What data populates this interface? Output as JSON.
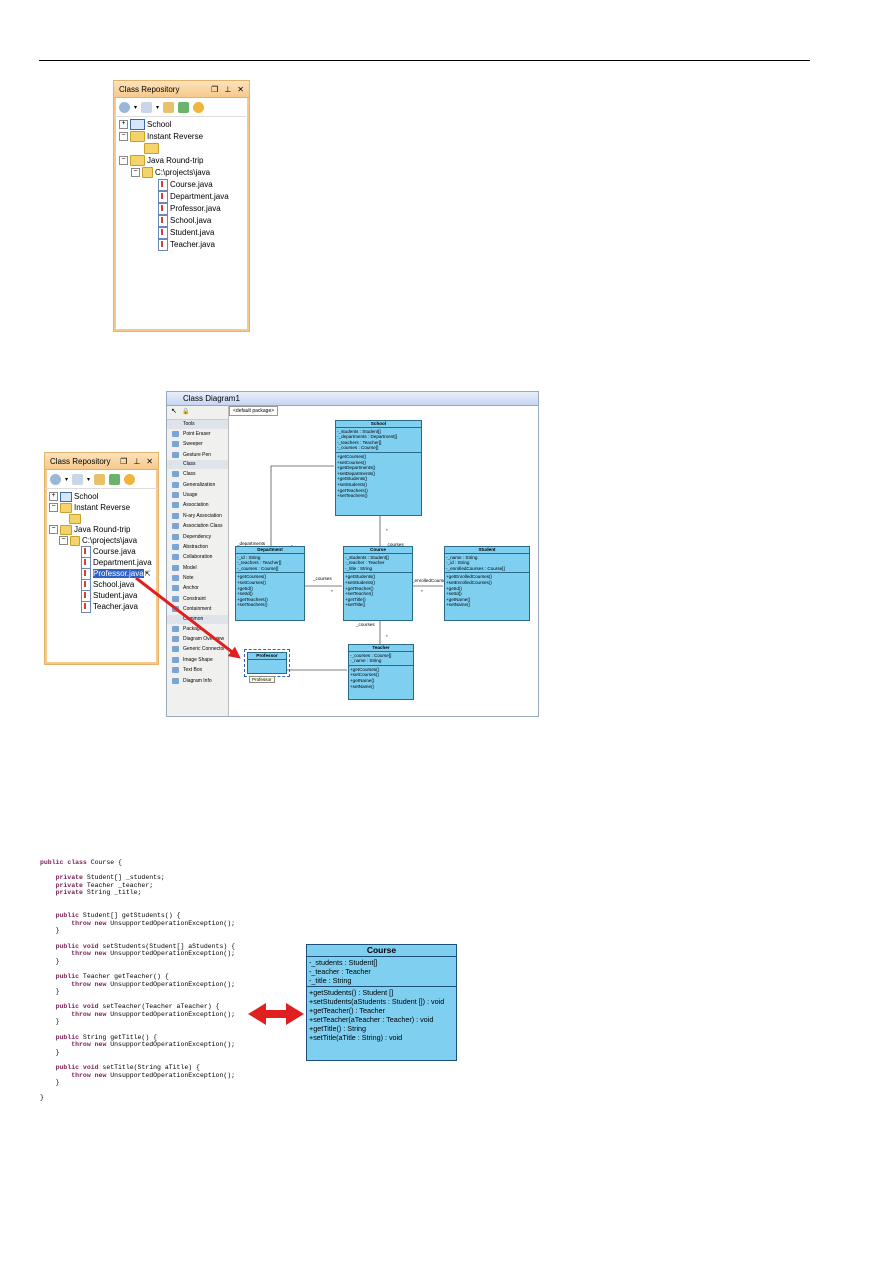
{
  "repository": {
    "title": "Class Repository",
    "tree": {
      "school": "School",
      "instant_reverse": "Instant Reverse",
      "java_round_trip": "Java Round-trip",
      "path": "C:\\projects\\java",
      "files": [
        "Course.java",
        "Department.java",
        "Professor.java",
        "School.java",
        "Student.java",
        "Teacher.java"
      ]
    }
  },
  "diagram": {
    "title": "Class Diagram1",
    "tab": "<default package>",
    "palette": {
      "tools_header": "Tools",
      "tools": [
        "Point Eraser",
        "Sweeper",
        "Gesture Pen"
      ],
      "class_header": "Class",
      "class_items": [
        "Class",
        "Generalization",
        "Usage",
        "Association",
        "N-ary Association",
        "Association Class",
        "Dependency",
        "Abstraction",
        "Collaboration",
        "Model",
        "Note",
        "Anchor",
        "Constraint",
        "Containment"
      ],
      "common_header": "Common",
      "common_items": [
        "Package",
        "Diagram Overview",
        "Generic Connector",
        "Image Shape",
        "Text Box",
        "Diagram Info"
      ]
    },
    "classes": {
      "school": {
        "name": "School",
        "attrs": [
          "-_students : Student[]",
          "-_departments : Department[]",
          "-_teachers : Teacher[]",
          "-_courses : Course[]"
        ],
        "ops": [
          "+getCourses()",
          "+setCourses()",
          "+getDepartments()",
          "+setDepartments()",
          "+getStudents()",
          "+setStudents()",
          "+getTeachers()",
          "+setTeachers()"
        ]
      },
      "department": {
        "name": "Department",
        "attrs": [
          "-_id : String",
          "-_teachers : Teacher[]",
          "-_courses : Course[]"
        ],
        "ops": [
          "+getCourses()",
          "+setCourses()",
          "+getId()",
          "+setId()",
          "+getTeachers()",
          "+setTeachers()"
        ]
      },
      "course": {
        "name": "Course",
        "attrs": [
          "-_students : Student[]",
          "-_teacher : Teacher",
          "-_title : String"
        ],
        "ops": [
          "+getStudents()",
          "+setStudents()",
          "+getTeacher()",
          "+setTeacher()",
          "+getTitle()",
          "+setTitle()"
        ]
      },
      "student": {
        "name": "Student",
        "attrs": [
          "-_name : String",
          "-_id : String",
          "-_enrolledCourses : Course[]"
        ],
        "ops": [
          "+getEnrolledCourses()",
          "+setEnrolledCourses()",
          "+getId()",
          "+setId()",
          "+getName()",
          "+setName()"
        ]
      },
      "teacher": {
        "name": "Teacher",
        "attrs": [
          "-_courses : Course[]",
          "-_name : String"
        ],
        "ops": [
          "+getCourses()",
          "+setCourses()",
          "+getName()",
          "+setName()"
        ]
      },
      "professor": {
        "name": "Professor",
        "tooltip": "Professor"
      }
    },
    "assoc_labels": {
      "departments": "_departments",
      "courses_top": "_courses",
      "courses_mid": "_courses",
      "courses_bottom": "_courses",
      "enrolled": "_enrolledCourses",
      "star": "*"
    }
  },
  "code": [
    "public class Course {",
    "",
    "    private Student[] _students;",
    "    private Teacher _teacher;",
    "    private String _title;",
    "",
    "",
    "    public Student[] getStudents() {",
    "        throw new UnsupportedOperationException();",
    "    }",
    "",
    "    public void setStudents(Student[] aStudents) {",
    "        throw new UnsupportedOperationException();",
    "    }",
    "",
    "    public Teacher getTeacher() {",
    "        throw new UnsupportedOperationException();",
    "    }",
    "",
    "    public void setTeacher(Teacher aTeacher) {",
    "        throw new UnsupportedOperationException();",
    "    }",
    "",
    "    public String getTitle() {",
    "        throw new UnsupportedOperationException();",
    "    }",
    "",
    "    public void setTitle(String aTitle) {",
    "        throw new UnsupportedOperationException();",
    "    }",
    "",
    "}"
  ],
  "course_big": {
    "name": "Course",
    "attrs": [
      "-_students : Student[]",
      "-_teacher : Teacher",
      "-_title : String"
    ],
    "ops": [
      "+getStudents() : Student []",
      "+setStudents(aStudents : Student []) : void",
      "+getTeacher() : Teacher",
      "+setTeacher(aTeacher : Teacher) : void",
      "+getTitle() : String",
      "+setTitle(aTitle : String) : void"
    ]
  },
  "colors": {
    "class_fill": "#7fcff1",
    "arrow": "#e02020",
    "selection": "#3160c5"
  }
}
